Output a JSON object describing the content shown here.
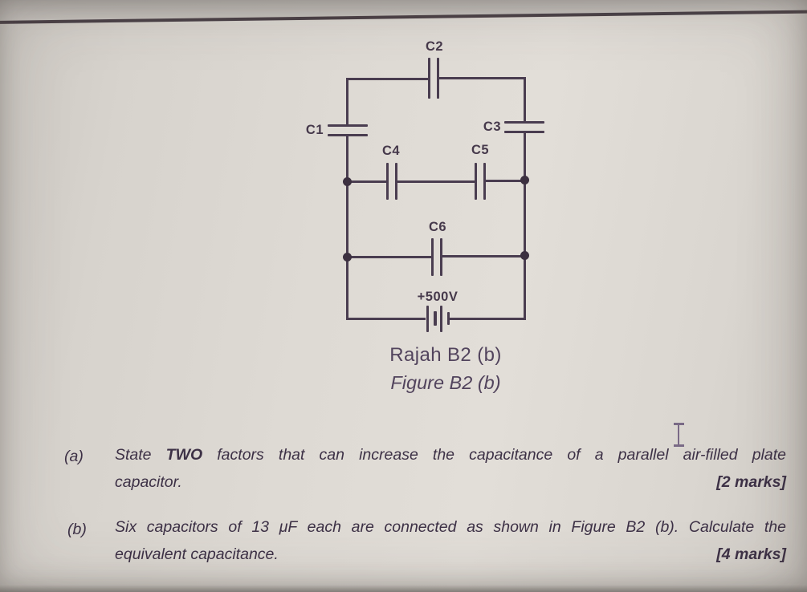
{
  "figure": {
    "labels": {
      "c1": "C1",
      "c2": "C2",
      "c3": "C3",
      "c4": "C4",
      "c5": "C5",
      "c6": "C6"
    },
    "battery": "+500V",
    "caption_line1": "Rajah B2 (b)",
    "caption_line2": "Figure B2 (b)"
  },
  "questions": {
    "a": {
      "number": "(a)",
      "line1_pre": "State ",
      "line1_bold": "TWO",
      "line1_post": " factors that can increase the capacitance of a parallel air-filled plate",
      "line2": "capacitor.",
      "marks": "[2 marks]"
    },
    "b": {
      "number": "(b)",
      "line1": "Six capacitors of 13 μF each are connected as shown in Figure B2 (b). Calculate the",
      "line2": "equivalent capacitance.",
      "marks": "[4 marks]"
    }
  },
  "colors": {
    "ink": "#4a3d50",
    "paper": "#dcd8d2",
    "top_line": "#4b4147"
  }
}
